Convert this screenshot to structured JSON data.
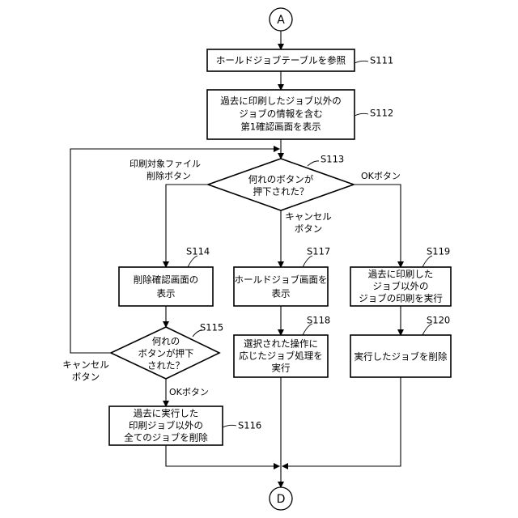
{
  "connectors": {
    "top": "A",
    "bottom": "D"
  },
  "steps": {
    "s111": {
      "id": "S111",
      "lines": [
        "ホールドジョブテーブルを参照"
      ]
    },
    "s112": {
      "id": "S112",
      "lines": [
        "過去に印刷したジョブ以外の",
        "ジョブの情報を含む",
        "第1確認画面を表示"
      ]
    },
    "s113": {
      "id": "S113",
      "lines": [
        "何れのボタンが",
        "押下された？"
      ]
    },
    "s114": {
      "id": "S114",
      "lines": [
        "削除確認画面の",
        "表示"
      ]
    },
    "s115": {
      "id": "S115",
      "lines": [
        "何れの",
        "ボタンが押下",
        "された？"
      ]
    },
    "s116": {
      "id": "S116",
      "lines": [
        "過去に実行した",
        "印刷ジョブ以外の",
        "全てのジョブを削除"
      ]
    },
    "s117": {
      "id": "S117",
      "lines": [
        "ホールドジョブ画面を",
        "表示"
      ]
    },
    "s118": {
      "id": "S118",
      "lines": [
        "選択された操作に",
        "応じたジョブ処理を",
        "実行"
      ]
    },
    "s119": {
      "id": "S119",
      "lines": [
        "過去に印刷した",
        "ジョブ以外の",
        "ジョブの印刷を実行"
      ]
    },
    "s120": {
      "id": "S120",
      "lines": [
        "実行したジョブを削除"
      ]
    }
  },
  "branch_labels": {
    "delete_print_target": [
      "印刷対象ファイル",
      "削除ボタン"
    ],
    "ok_113": "OKボタン",
    "cancel_113": [
      "キャンセル",
      "ボタン"
    ],
    "cancel_115": [
      "キャンセル",
      "ボタン"
    ],
    "ok_115": "OKボタン"
  }
}
